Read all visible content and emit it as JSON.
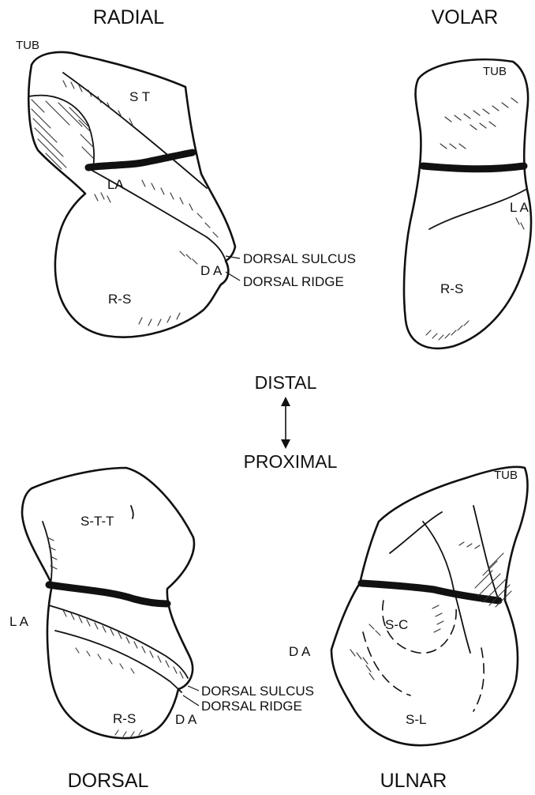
{
  "views": {
    "radial": "RADIAL",
    "volar": "VOLAR",
    "dorsal": "DORSAL",
    "ulnar": "ULNAR"
  },
  "axis": {
    "distal": "DISTAL",
    "proximal": "PROXIMAL"
  },
  "radial": {
    "tub": "TUB",
    "st": "S T",
    "la": "LA",
    "da": "D A",
    "rs": "R-S",
    "dorsal_sulcus": "DORSAL SULCUS",
    "dorsal_ridge": "DORSAL RIDGE"
  },
  "volar": {
    "tub": "TUB",
    "la": "L A",
    "rs": "R-S"
  },
  "dorsal": {
    "stt": "S-T-T",
    "la": "L A",
    "rs": "R-S",
    "da": "D A",
    "dorsal_sulcus": "DORSAL SULCUS",
    "dorsal_ridge": "DORSAL RIDGE"
  },
  "ulnar": {
    "tub": "TUB",
    "sc": "S-C",
    "da": "D A",
    "sl": "S-L"
  }
}
